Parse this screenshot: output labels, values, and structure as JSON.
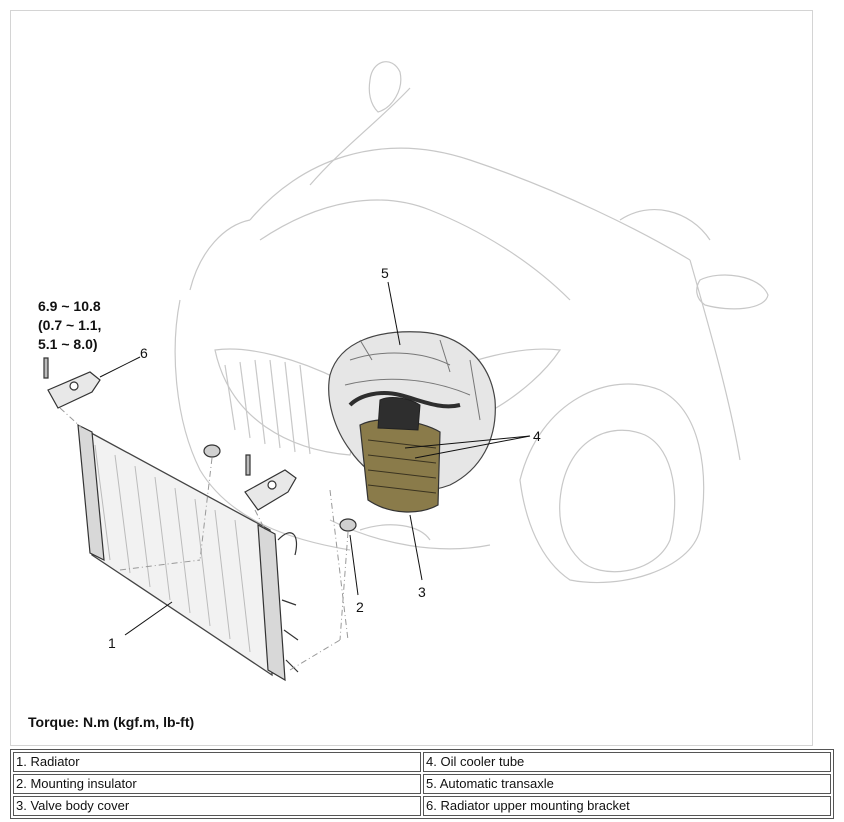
{
  "callouts": {
    "c1": "1",
    "c2": "2",
    "c3": "3",
    "c4": "4",
    "c5": "5",
    "c6": "6"
  },
  "torque_spec": {
    "line1": "6.9 ~ 10.8",
    "line2": "(0.7 ~ 1.1,",
    "line3": "5.1 ~ 8.0)"
  },
  "torque_note": "Torque:  N.m (kgf.m, lb-ft)",
  "legend": {
    "left": [
      "1. Radiator",
      "2. Mounting insulator",
      "3. Valve body cover"
    ],
    "right": [
      "4. Oil cooler tube",
      "5. Automatic transaxle",
      "6. Radiator upper mounting bracket"
    ]
  },
  "colors": {
    "car_outline": "#c8c8c8",
    "part_line": "#333333",
    "transaxle_dark": "#2e2e2e",
    "valve_cover": "#7a6a3a",
    "border": "#555555"
  }
}
